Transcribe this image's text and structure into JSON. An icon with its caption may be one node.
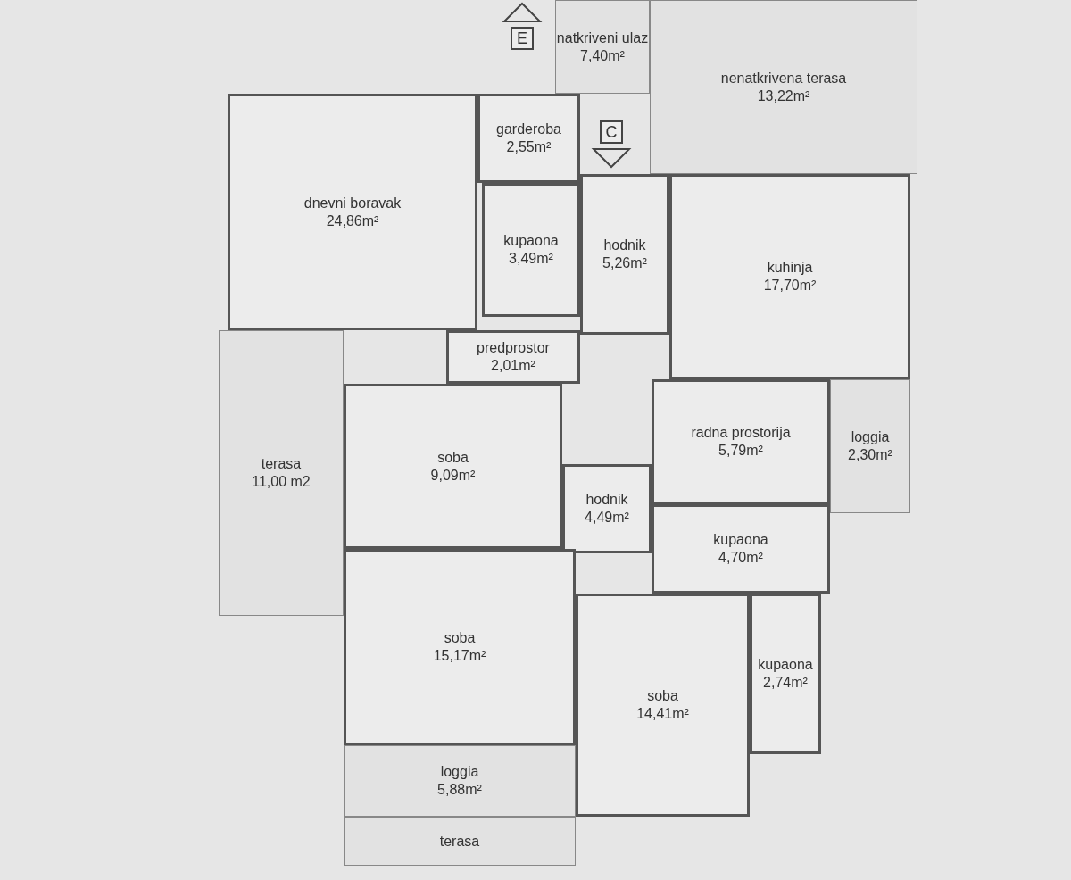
{
  "diagram": {
    "nodes": [
      {
        "text": [
          "natkriveni ulaz",
          "7,40m²"
        ]
      },
      {
        "text": [
          "nenatkrivena terasa",
          "13,22m²"
        ]
      },
      {
        "text": [
          "garderoba",
          "2,55m²"
        ]
      },
      {
        "text": [
          "dnevni boravak",
          "24,86m²"
        ]
      },
      {
        "text": [
          "kupaona",
          "3,49m²"
        ]
      },
      {
        "text": [
          "hodnik",
          "5,26m²"
        ]
      },
      {
        "text": [
          "kuhinja",
          "17,70m²"
        ]
      },
      {
        "text": [
          "predprostor",
          "2,01m²"
        ]
      },
      {
        "text": [
          "terasa",
          "11,00 m2"
        ]
      },
      {
        "text": [
          "soba",
          "9,09m²"
        ]
      },
      {
        "text": [
          "radna prostorija",
          "5,79m²"
        ]
      },
      {
        "text": [
          "loggia",
          "2,30m²"
        ]
      },
      {
        "text": [
          "hodnik",
          "4,49m²"
        ]
      },
      {
        "text": [
          "kupaona",
          "4,70m²"
        ]
      },
      {
        "text": [
          "soba",
          "15,17m²"
        ]
      },
      {
        "text": [
          "soba",
          "14,41m²"
        ]
      },
      {
        "text": [
          "kupaona",
          "2,74m²"
        ]
      },
      {
        "text": [
          "loggia",
          "5,88m²"
        ]
      },
      {
        "text": [
          "terasa"
        ]
      }
    ],
    "edges": [],
    "labels": [
      "E",
      "C"
    ]
  }
}
